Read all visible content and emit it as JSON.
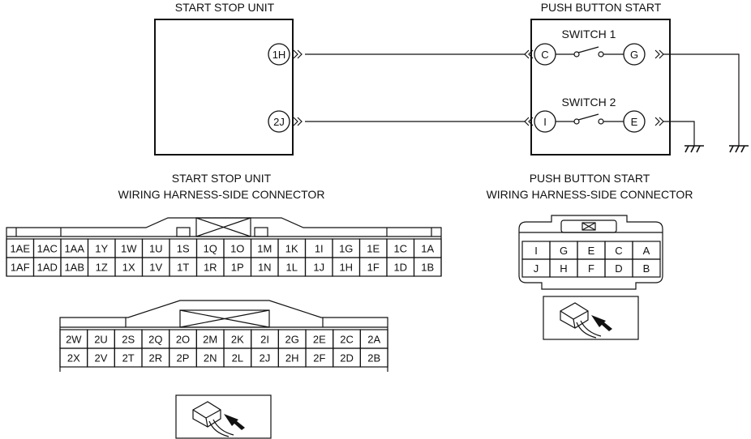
{
  "diagram": {
    "start_stop_unit": {
      "title": "START STOP UNIT",
      "pins": [
        "1H",
        "2J"
      ]
    },
    "push_button_start": {
      "title": "PUSH BUTTON START",
      "switch1": {
        "label": "SWITCH 1",
        "pin_in": "C",
        "pin_out": "G"
      },
      "switch2": {
        "label": "SWITCH 2",
        "pin_in": "I",
        "pin_out": "E"
      }
    },
    "ssu_connector": {
      "title_line1": "START STOP UNIT",
      "title_line2": "WIRING HARNESS-SIDE CONNECTOR",
      "connector1": {
        "top": [
          "1AE",
          "1AC",
          "1AA",
          "1Y",
          "1W",
          "1U",
          "1S",
          "1Q",
          "1O",
          "1M",
          "1K",
          "1I",
          "1G",
          "1E",
          "1C",
          "1A"
        ],
        "bottom": [
          "1AF",
          "1AD",
          "1AB",
          "1Z",
          "1X",
          "1V",
          "1T",
          "1R",
          "1P",
          "1N",
          "1L",
          "1J",
          "1H",
          "1F",
          "1D",
          "1B"
        ]
      },
      "connector2": {
        "top": [
          "2W",
          "2U",
          "2S",
          "2Q",
          "2O",
          "2M",
          "2K",
          "2I",
          "2G",
          "2E",
          "2C",
          "2A"
        ],
        "bottom": [
          "2X",
          "2V",
          "2T",
          "2R",
          "2P",
          "2N",
          "2L",
          "2J",
          "2H",
          "2F",
          "2D",
          "2B"
        ]
      }
    },
    "pbs_connector": {
      "title_line1": "PUSH BUTTON START",
      "title_line2": "WIRING HARNESS-SIDE CONNECTOR",
      "top": [
        "I",
        "G",
        "E",
        "C",
        "A"
      ],
      "bottom": [
        "J",
        "H",
        "F",
        "D",
        "B"
      ]
    }
  }
}
